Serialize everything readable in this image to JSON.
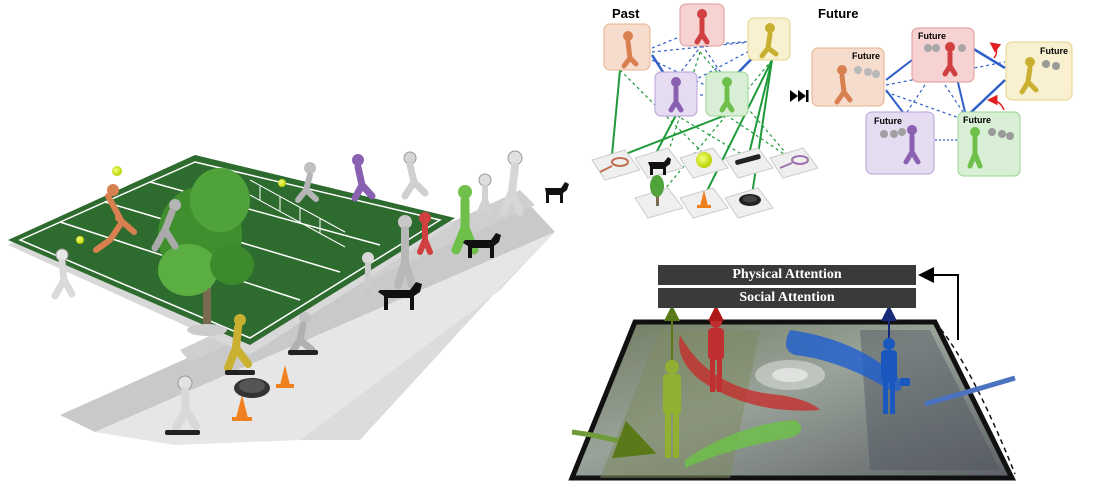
{
  "graph": {
    "past_label": "Past",
    "future_label": "Future",
    "future_node_label": "Future",
    "node_colors": {
      "orange": "#f6dccd",
      "red": "#f6d2d2",
      "purple": "#e6dcf2",
      "green": "#d8efd6",
      "yellow": "#f8f0cf",
      "gray": "#eeeeee"
    },
    "edge_colors": {
      "social": "#2f5fc8",
      "physical": "#1f9a3a",
      "temporal": "#e02020"
    },
    "objects": [
      "tennis-racket",
      "dog",
      "tennis-ball",
      "skateboard",
      "tennis-racket",
      "tree",
      "traffic-cone",
      "manhole"
    ]
  },
  "fast_forward_icon": "fast-forward-icon",
  "attention": {
    "physical_label": "Physical Attention",
    "social_label": "Social Attention",
    "bar_color": "#3a3a3a"
  },
  "scene": {
    "court_color": "#2e6b2e",
    "sidewalk_color": "#e4e4e4",
    "agent_colors": [
      "#d98050",
      "#d04040",
      "#8a60b0",
      "#6fc04a",
      "#c9b030",
      "#aaaaaa"
    ]
  }
}
